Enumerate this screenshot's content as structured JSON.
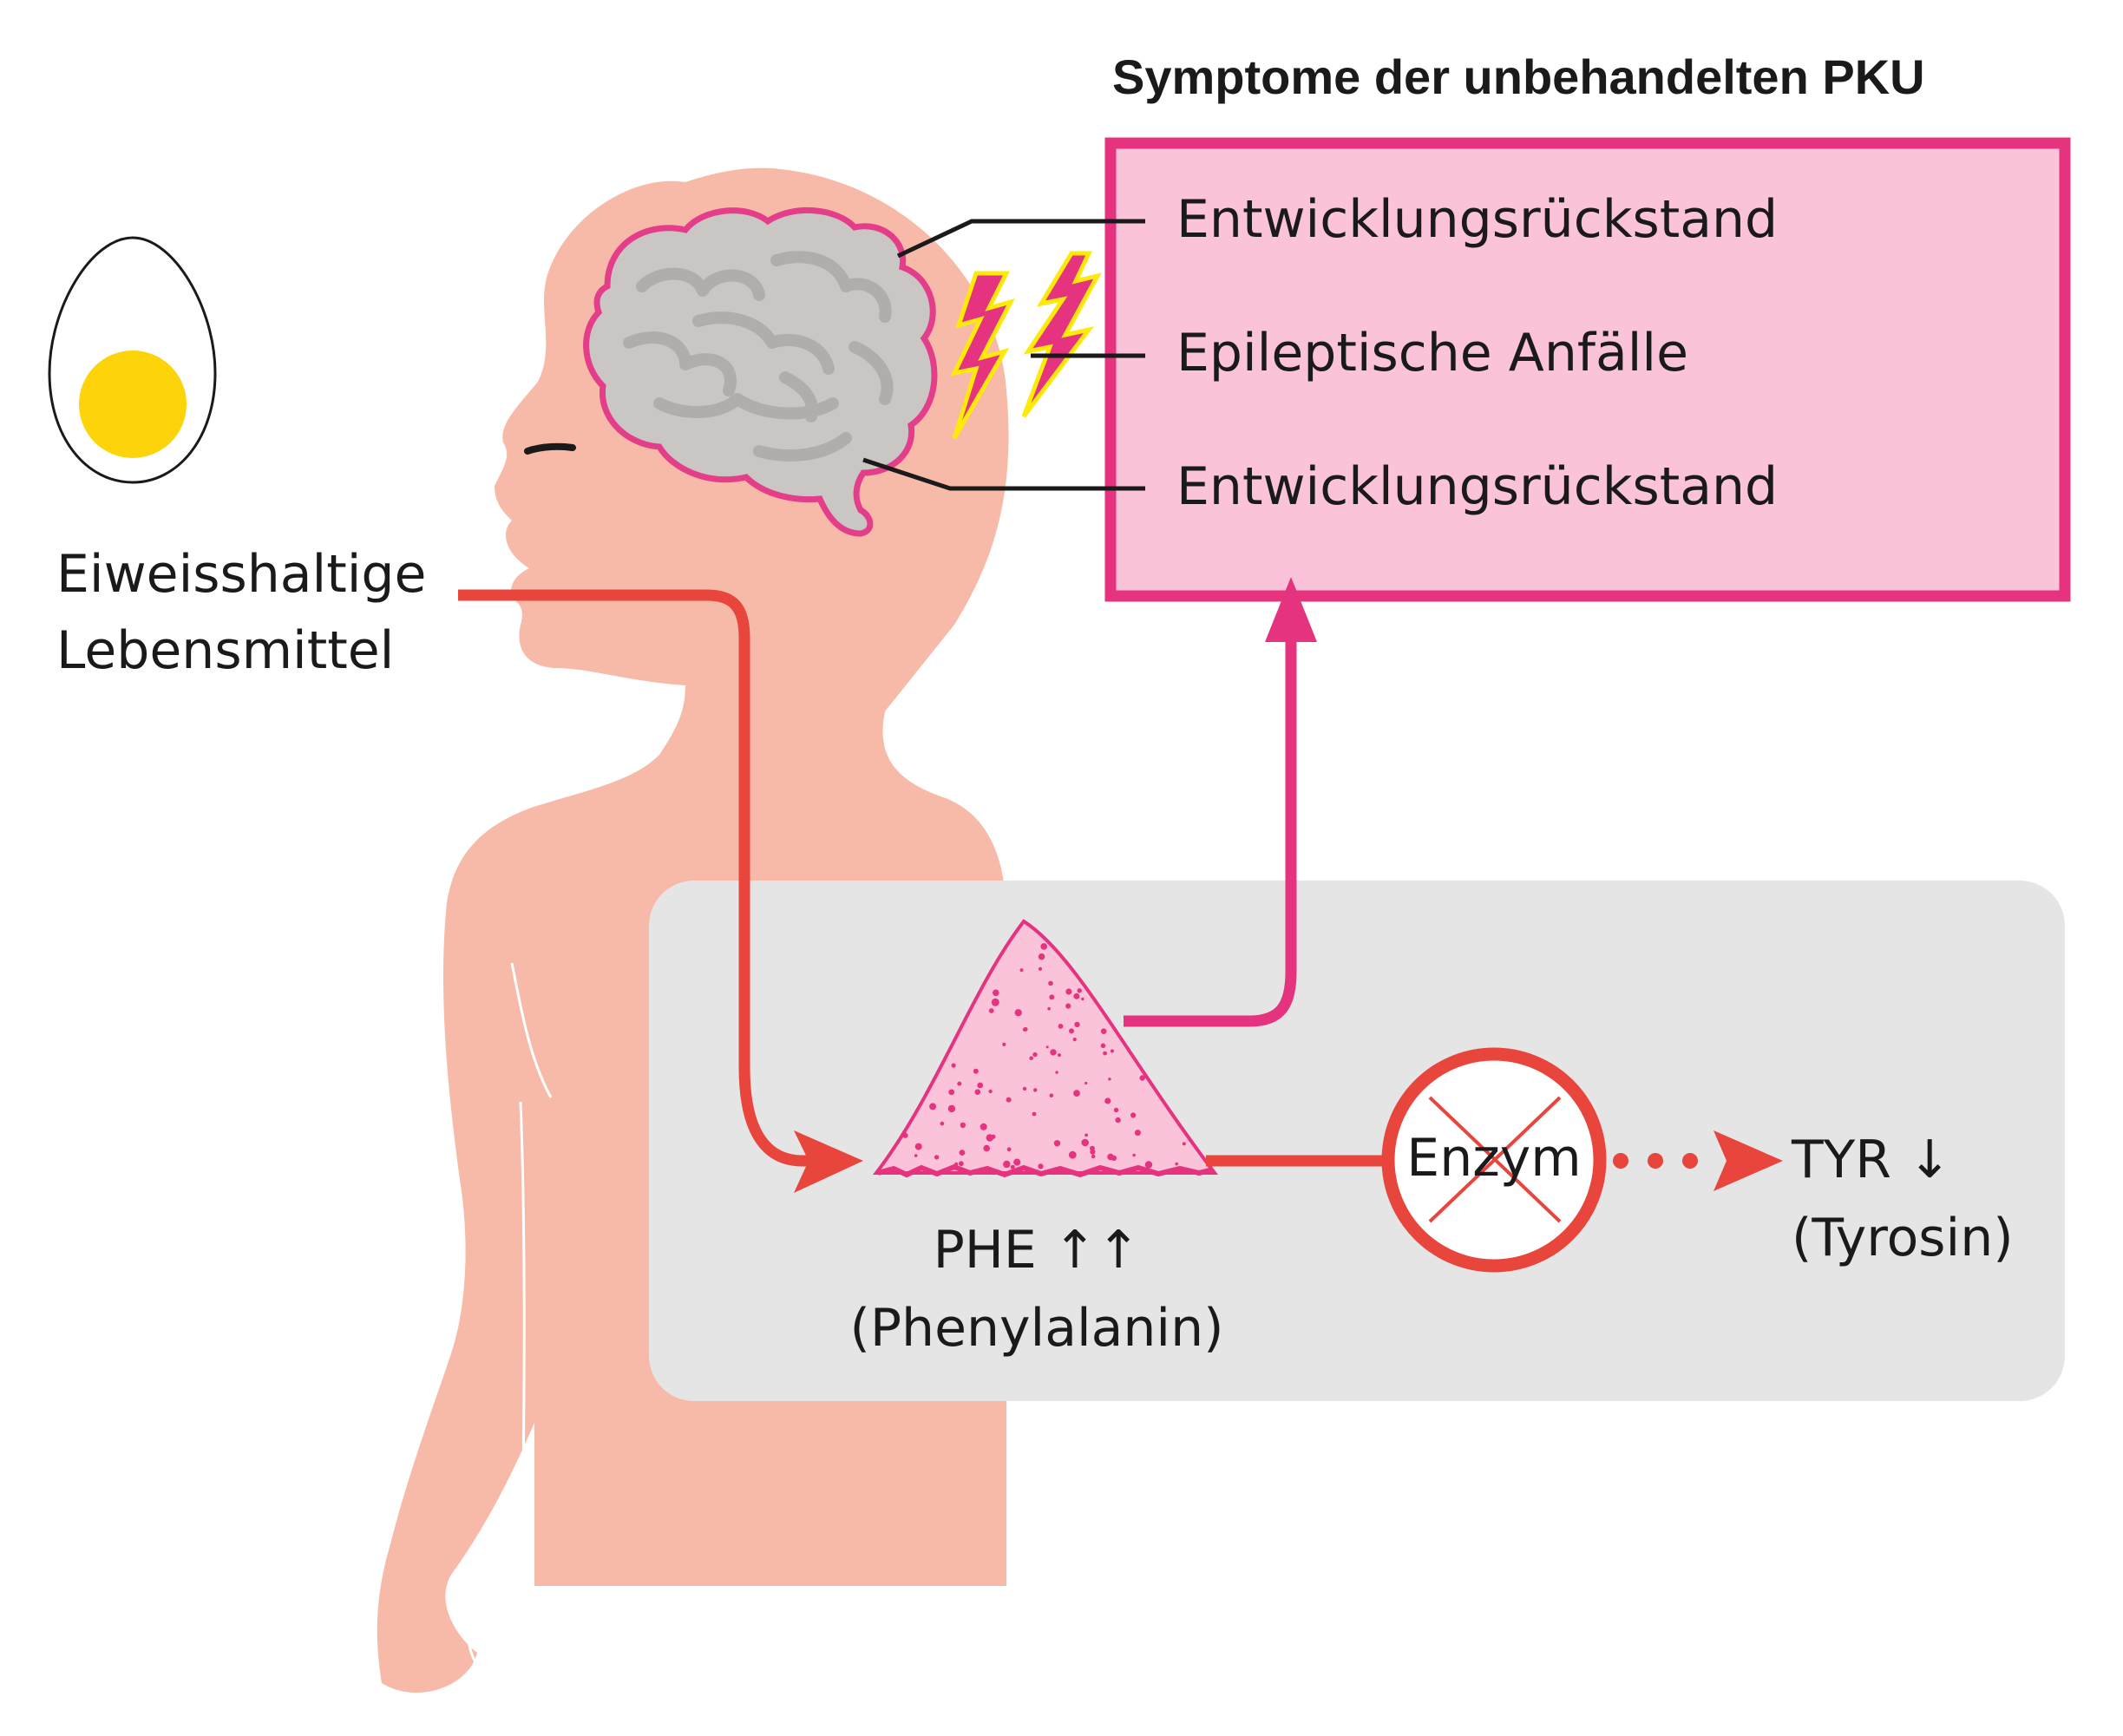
{
  "title": "Symptome der unbehandelten PKU",
  "symptoms": [
    "Entwicklungsrückstand",
    "Epileptische Anfälle",
    "Entwicklungsrückstand"
  ],
  "food": {
    "line1": "Eiweisshaltige",
    "line2": "Lebensmittel"
  },
  "phe": {
    "line1": "PHE ↑↑",
    "line2": "(Phenylalanin)"
  },
  "enzyme": "Enzym",
  "tyr": {
    "line1": "TYR ↓",
    "line2": "(Tyrosin)"
  },
  "colors": {
    "skin": "#f8baa8",
    "brain": "#c9c6c3",
    "brain_outline": "#e43d8a",
    "magenta": "#e5337f",
    "symptom_box_fill": "#fac3d9",
    "red": "#e8453c",
    "panel": "#e6e5e6",
    "yolk": "#fdd40a",
    "lightning_yellow": "#fde90a"
  },
  "icons": [
    "egg-icon",
    "brain-icon",
    "lightning-icon",
    "phe-pile-icon",
    "enzyme-blocked-icon",
    "eye-icon"
  ]
}
